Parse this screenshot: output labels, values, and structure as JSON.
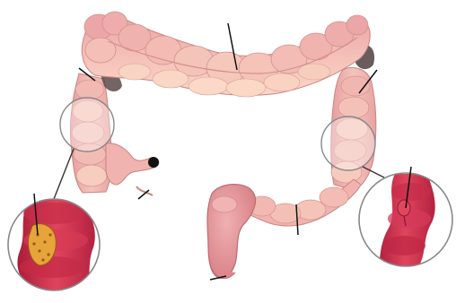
{
  "figure": {
    "labels": [],
    "colors": {
      "colon_fill": "#f2b6b4",
      "colon_shade": "#e59a99",
      "colon_highlight": "#fbd9c9",
      "colon_outline": "#c98581",
      "rectum_fill": "#e2898d",
      "inset_tissue": "#d3334f",
      "inset_tissue_dark": "#a81d39",
      "tumor_fill": "#e6a43a",
      "tumor_dot": "#9a5b12",
      "polyp_fill": "#c72d49",
      "circle_stroke": "#888888",
      "leader_line": "#111111",
      "hepatic_flexure_shadow": "#5a4a49",
      "appendix_tip": "#111111"
    },
    "regions": [
      "transverse-colon",
      "ascending-colon",
      "descending-colon",
      "sigmoid-colon",
      "rectum",
      "cecum-appendix",
      "magnifier-left",
      "magnifier-right",
      "inset-left-tumor",
      "inset-right-polyp"
    ],
    "icons": [
      "magnifier-circle-icon"
    ]
  }
}
